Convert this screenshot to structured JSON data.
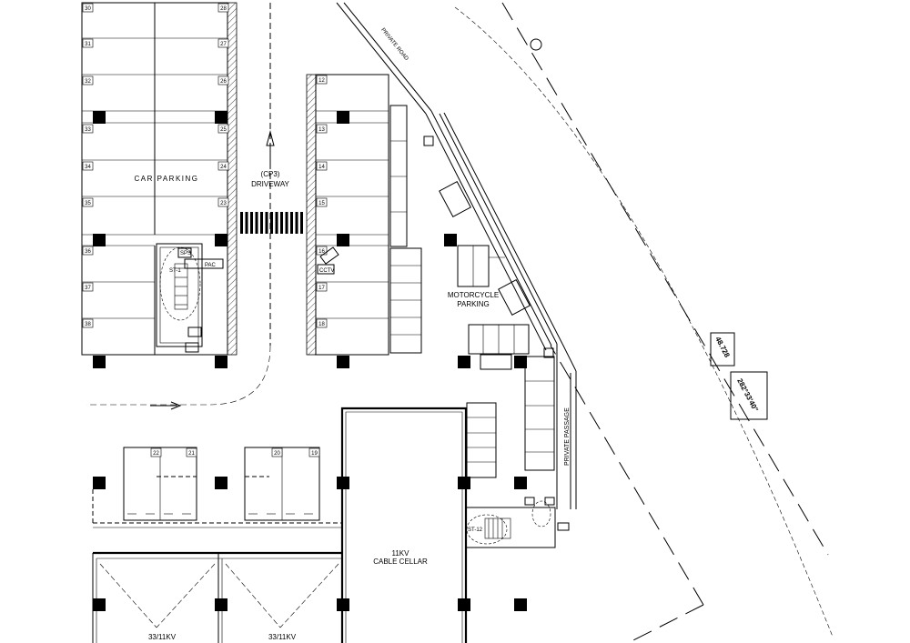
{
  "labels": {
    "car_parking": "CAR PARKING",
    "cp3": "(CP3)",
    "driveway": "DRIVEWAY",
    "motorcycle_1": "MOTORCYCLE",
    "motorcycle_2": "PARKING",
    "cable_1": "11KV",
    "cable_2": "CABLE CELLAR",
    "kv_left": "33/11KV",
    "kv_right": "33/11KV",
    "cctv": "CCTV",
    "sps": "SPS",
    "pac": "PAC",
    "private_passage": "PRIVATE PASSAGE",
    "private_road": "PRIVATE ROAD",
    "st_left": "ST-1",
    "st_right": "ST-12",
    "dim_length": "48.728",
    "dim_bearing": "282°33'40\""
  },
  "stall_numbers": {
    "left_right_col": [
      "28",
      "27",
      "26",
      "25",
      "24",
      "23"
    ],
    "left_left_col": [
      "30",
      "31",
      "32",
      "33",
      "34",
      "35",
      "36",
      "37",
      "38"
    ],
    "center": [
      "12",
      "13",
      "14",
      "15",
      "16",
      "17",
      "18"
    ],
    "bottom": [
      "22",
      "21",
      "20",
      "19"
    ]
  }
}
